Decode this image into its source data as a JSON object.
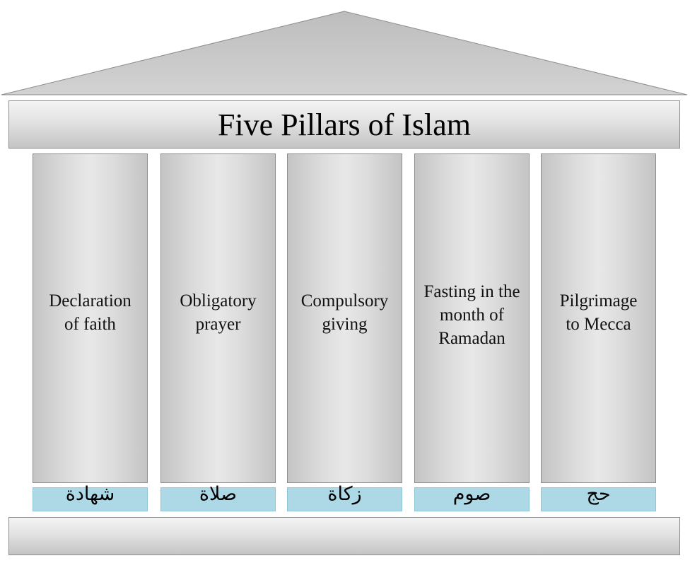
{
  "title": "Five Pillars of Islam",
  "pillars": [
    {
      "english": "Declaration of faith",
      "arabic": "شهادة"
    },
    {
      "english": "Obligatory prayer",
      "arabic": "صلاة"
    },
    {
      "english": "Compulsory giving",
      "arabic": "زكاة"
    },
    {
      "english": "Fasting in the month of Ramadan",
      "arabic": "صوم"
    },
    {
      "english": "Pilgrimage to Mecca",
      "arabic": "حج"
    }
  ]
}
